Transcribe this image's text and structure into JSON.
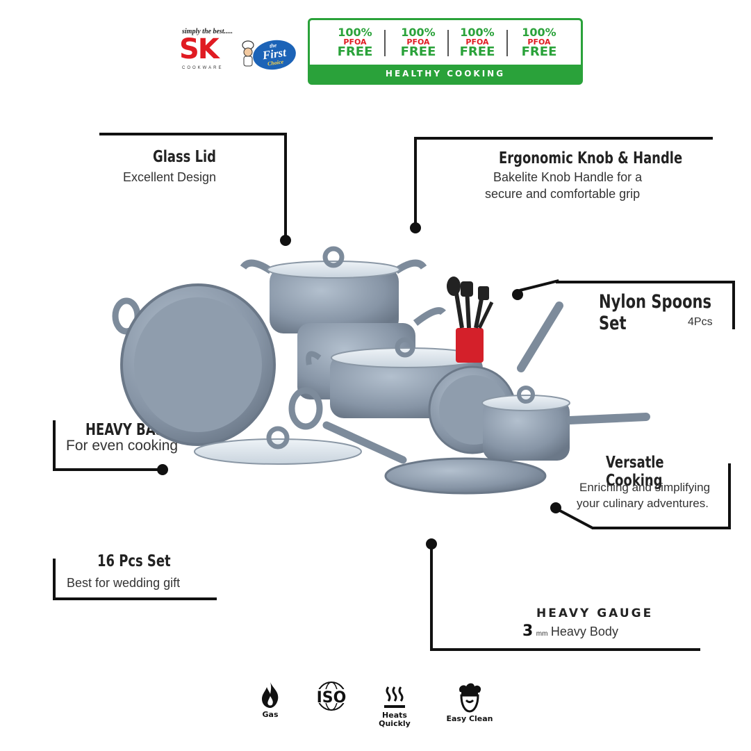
{
  "brand": {
    "tagline": "simply the best.....",
    "logo": "SK",
    "logo_sub": "COOKWARE",
    "badge_top": "the",
    "badge_main": "First",
    "badge_bottom": "Choice"
  },
  "pfoa_badge": {
    "items": [
      {
        "pct": "100%",
        "label": "PFOA",
        "free": "FREE"
      },
      {
        "pct": "100%",
        "label": "PFOA",
        "free": "FREE"
      },
      {
        "pct": "100%",
        "label": "PFOA",
        "free": "FREE"
      },
      {
        "pct": "100%",
        "label": "PFOA",
        "free": "FREE"
      }
    ],
    "footer": "HEALTHY COOKING",
    "colors": {
      "green": "#2aa23a",
      "red": "#e01b22"
    }
  },
  "features": {
    "glass_lid": {
      "title": "Glass Lid",
      "subtitle": "Excellent Design"
    },
    "ergonomic": {
      "title": "Ergonomic Knob & Handle",
      "line1": "Bakelite Knob Handle for a",
      "line2": "secure and comfortable grip"
    },
    "nylon": {
      "title": "Nylon Spoons Set",
      "subtitle": "4Pcs"
    },
    "heavy_base": {
      "title": "HEAVY BASE",
      "subtitle": "For even cooking"
    },
    "versatile": {
      "title": "Versatle Cooking",
      "line1": "Enriching and simplifying",
      "line2": "your culinary adventures."
    },
    "pcs_set": {
      "title": "16 Pcs Set",
      "subtitle": "Best for wedding gift"
    },
    "heavy_gauge": {
      "title": "HEAVY GAUGE",
      "number": "3",
      "unit": "mm",
      "subtitle": "Heavy Body"
    }
  },
  "icons": [
    {
      "name": "flame-icon",
      "label": "Gas"
    },
    {
      "name": "iso-icon",
      "label": "ISO"
    },
    {
      "name": "steam-icon",
      "label1": "Heats",
      "label2": "Quickly"
    },
    {
      "name": "chef-icon",
      "label": "Easy Clean"
    }
  ]
}
